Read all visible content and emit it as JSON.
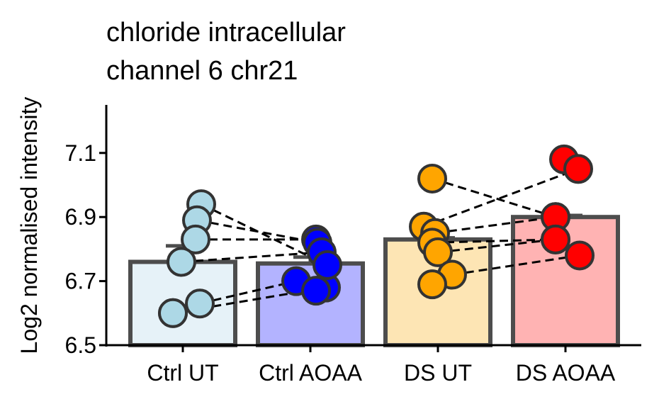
{
  "chart_data": {
    "type": "bar",
    "title_lines": [
      "chloride intracellular",
      "channel 6 chr21"
    ],
    "xlabel": "",
    "ylabel": "Log2 normalised intensity",
    "ylim": [
      6.5,
      7.25
    ],
    "yticks": [
      "6.5",
      "6.7",
      "6.9",
      "7.1"
    ],
    "ytick_values": [
      6.5,
      6.7,
      6.9,
      7.1
    ],
    "categories": [
      "Ctrl UT",
      "Ctrl AOAA",
      "DS UT",
      "DS AOAA"
    ],
    "bar_values": [
      6.76,
      6.755,
      6.83,
      6.9
    ],
    "bar_fill_colors": [
      "#e6f2f8",
      "#b3b3ff",
      "#fde5b4",
      "#ffb3b3"
    ],
    "point_colors": [
      "#add8e6",
      "#0000ff",
      "#ffa500",
      "#ff0000"
    ],
    "bar_outline_color": "#4d4d4d",
    "error_bars": [
      {
        "category": "Ctrl UT",
        "mean": 6.76,
        "upper": 6.81
      },
      {
        "category": "Ctrl AOAA",
        "mean": 6.755,
        "upper": 6.775
      },
      {
        "category": "DS UT",
        "mean": 6.83,
        "upper": 6.835
      },
      {
        "category": "DS AOAA",
        "mean": 6.9,
        "upper": 6.905
      }
    ],
    "points": [
      {
        "category": "Ctrl UT",
        "values": [
          6.94,
          6.89,
          6.83,
          6.76,
          6.63,
          6.6,
          6.6
        ]
      },
      {
        "category": "Ctrl AOAA",
        "values": [
          6.83,
          6.82,
          6.79,
          6.7,
          6.68,
          6.67,
          6.75
        ]
      },
      {
        "category": "DS UT",
        "values": [
          7.02,
          6.87,
          6.85,
          6.82,
          6.79,
          6.72,
          6.69
        ]
      },
      {
        "category": "DS AOAA",
        "values": [
          7.08,
          7.05,
          6.9,
          6.9,
          6.83,
          6.83,
          6.78
        ]
      }
    ],
    "paired_lines": [
      {
        "from": [
          "Ctrl UT",
          6.94
        ],
        "to": [
          "Ctrl AOAA",
          6.75
        ]
      },
      {
        "from": [
          "Ctrl UT",
          6.89
        ],
        "to": [
          "Ctrl AOAA",
          6.82
        ]
      },
      {
        "from": [
          "Ctrl UT",
          6.83
        ],
        "to": [
          "Ctrl AOAA",
          6.83
        ]
      },
      {
        "from": [
          "Ctrl UT",
          6.76
        ],
        "to": [
          "Ctrl AOAA",
          6.79
        ]
      },
      {
        "from": [
          "Ctrl UT",
          6.63
        ],
        "to": [
          "Ctrl AOAA",
          6.7
        ]
      },
      {
        "from": [
          "Ctrl UT",
          6.6
        ],
        "to": [
          "Ctrl AOAA",
          6.68
        ]
      },
      {
        "from": [
          "DS UT",
          7.02
        ],
        "to": [
          "DS AOAA",
          6.9
        ]
      },
      {
        "from": [
          "DS UT",
          6.87
        ],
        "to": [
          "DS AOAA",
          7.05
        ]
      },
      {
        "from": [
          "DS UT",
          6.85
        ],
        "to": [
          "DS AOAA",
          6.9
        ]
      },
      {
        "from": [
          "DS UT",
          6.82
        ],
        "to": [
          "DS AOAA",
          6.83
        ]
      },
      {
        "from": [
          "DS UT",
          6.79
        ],
        "to": [
          "DS AOAA",
          6.83
        ]
      },
      {
        "from": [
          "DS UT",
          6.72
        ],
        "to": [
          "DS AOAA",
          6.78
        ]
      }
    ],
    "grid": false,
    "legend": "none"
  }
}
